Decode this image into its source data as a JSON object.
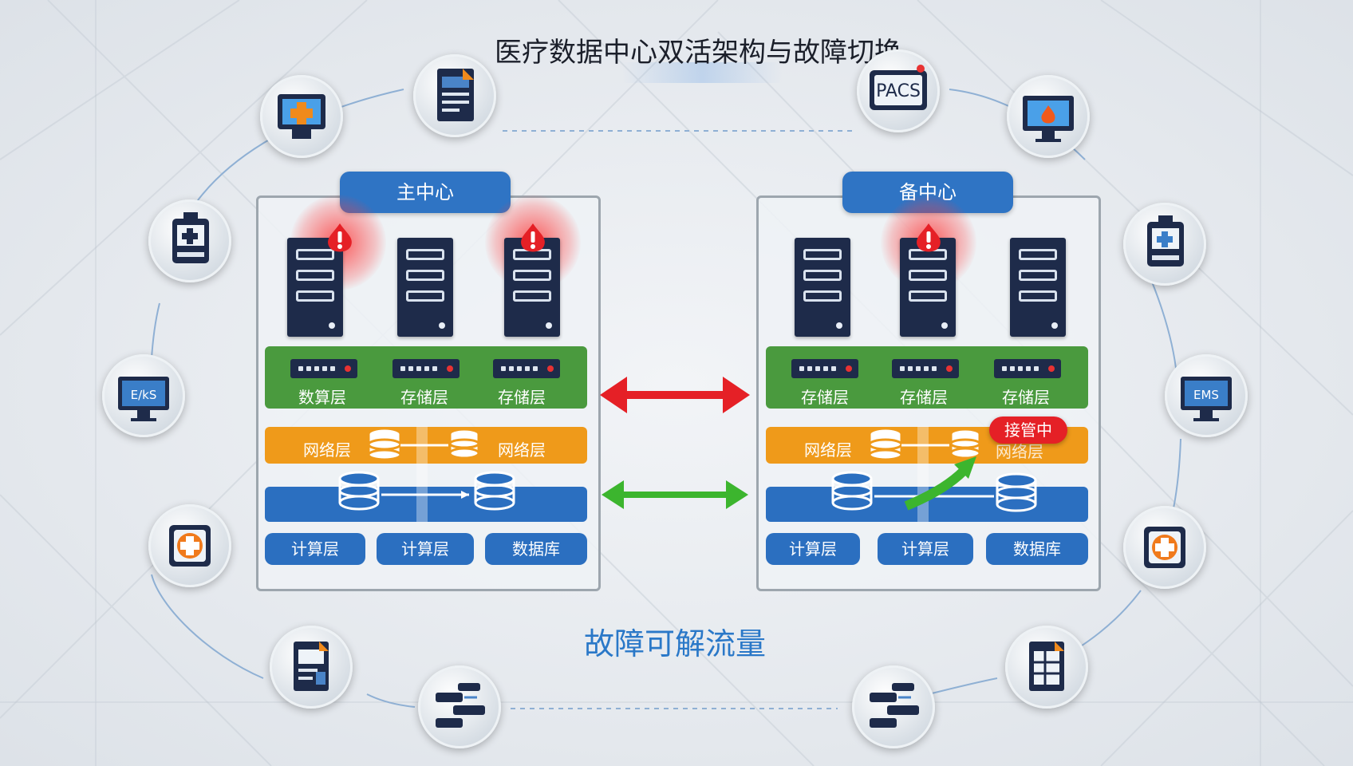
{
  "title": "医疗数据中心双活架构与故障切换",
  "subtitle": "故障可解流量",
  "primary": {
    "label": "主中心",
    "layer_row1": [
      "数算层",
      "存储层",
      "存储层"
    ],
    "layer_row2": [
      "网络层",
      "网络层"
    ],
    "layer_row3": [
      "计算层",
      "计算层",
      "数据库"
    ]
  },
  "backup": {
    "label": "备中心",
    "layer_row1": [
      "存储层",
      "存储层",
      "存储层"
    ],
    "layer_row2": [
      "网络层",
      "网络层"
    ],
    "layer_row3": [
      "计算层",
      "计算层",
      "数据库"
    ],
    "takeover_badge": "接管中"
  },
  "icons": {
    "pacs_label": "PACS",
    "left_monitor_label": "E/kS",
    "right_monitor_label": "EMS"
  },
  "colors": {
    "accent_blue": "#2f74c4",
    "alert_red": "#e52026",
    "sync_green": "#3cb52e",
    "storage_green": "#4a9a3e",
    "network_orange": "#ef9a1a"
  }
}
